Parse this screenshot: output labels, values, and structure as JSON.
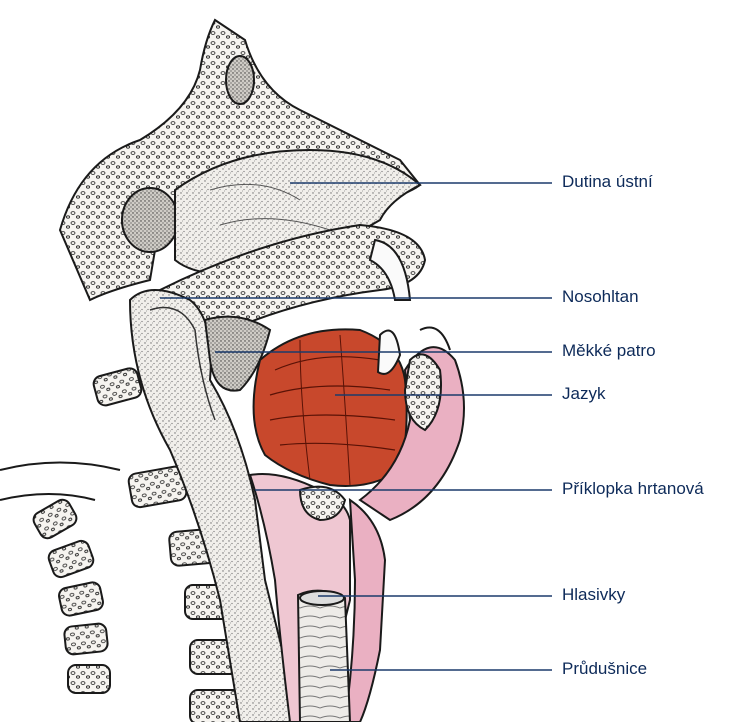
{
  "labels": [
    {
      "text": "Dutina ústní"
    },
    {
      "text": "Nosohltan"
    },
    {
      "text": "Měkké patro"
    },
    {
      "text": "Jazyk"
    },
    {
      "text": "Příklopka hrtanová"
    },
    {
      "text": "Hlasivky"
    },
    {
      "text": "Průdušnice"
    }
  ],
  "colors": {
    "leader_line": "#1b3a6b",
    "label_text": "#0d2a59",
    "outline": "#1a1a1a",
    "tongue_muscle": "#c8482c",
    "mucosa_pink": "#eab0c2",
    "bone_fill": "#f4f2ee",
    "stipple_tissue": "#d9d6d0"
  }
}
